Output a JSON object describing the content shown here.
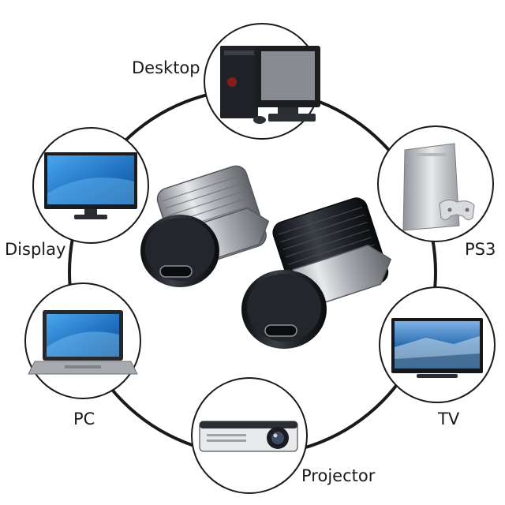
{
  "labels": {
    "desktop": "Desktop",
    "display": "Display",
    "ps3": "PS3",
    "pc": "PC",
    "tv": "TV",
    "projector": "Projector"
  },
  "devices": [
    {
      "name": "Desktop",
      "icon": "desktop-computer-icon"
    },
    {
      "name": "Display",
      "icon": "monitor-icon"
    },
    {
      "name": "PS3",
      "icon": "game-console-icon"
    },
    {
      "name": "PC",
      "icon": "laptop-icon"
    },
    {
      "name": "TV",
      "icon": "tv-icon"
    },
    {
      "name": "Projector",
      "icon": "projector-icon"
    }
  ],
  "center_product": "two panel-mount USB-C female connectors (silver and black)",
  "colors": {
    "ring": "#1a1a1a",
    "screen_blue": "#2a78c8",
    "body_dark": "#1c1f24",
    "metal": "#b9bcc0"
  }
}
